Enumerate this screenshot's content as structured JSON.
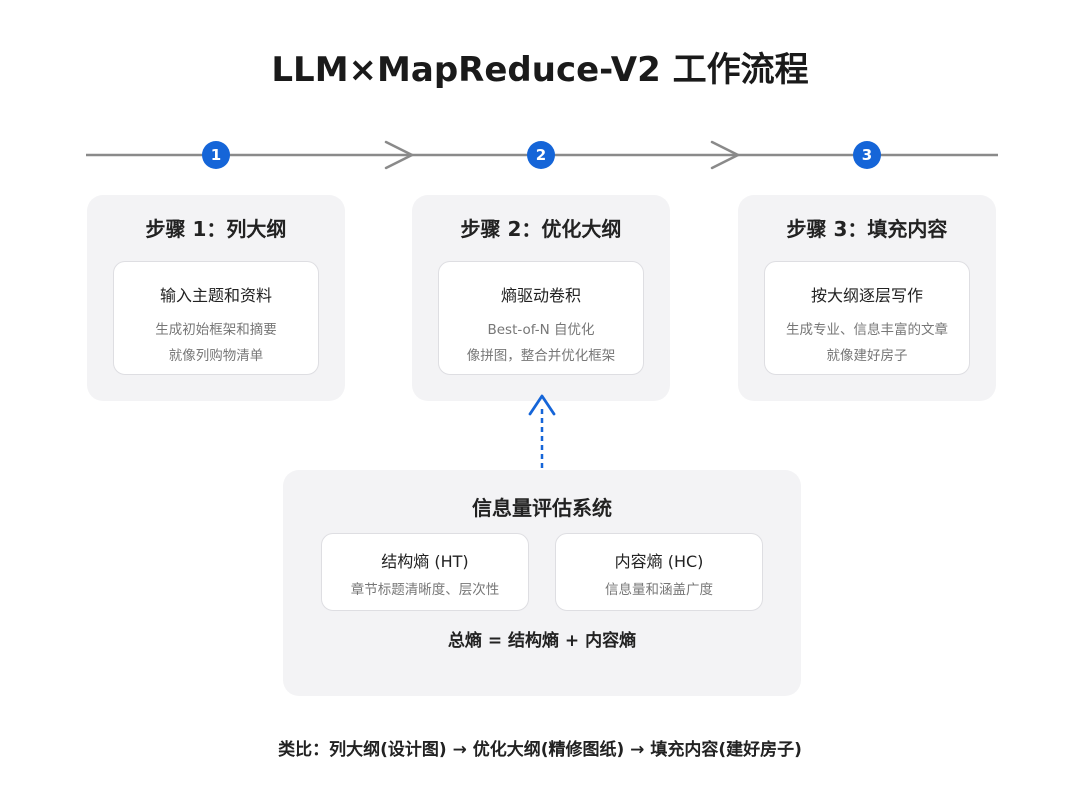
{
  "title": "LLM×MapReduce-V2 工作流程",
  "steps": [
    {
      "number": "1",
      "title": "步骤 1：列大纲",
      "card": {
        "title": "输入主题和资料",
        "line1": "生成初始框架和摘要",
        "line2": "就像列购物清单"
      }
    },
    {
      "number": "2",
      "title": "步骤 2：优化大纲",
      "card": {
        "title": "熵驱动卷积",
        "line1": "Best-of-N 自优化",
        "line2": "像拼图，整合并优化框架"
      }
    },
    {
      "number": "3",
      "title": "步骤 3：填充内容",
      "card": {
        "title": "按大纲逐层写作",
        "line1": "生成专业、信息丰富的文章",
        "line2": "就像建好房子"
      }
    }
  ],
  "evaluation": {
    "title": "信息量评估系统",
    "structure": {
      "title": "结构熵 (HT)",
      "desc": "章节标题清晰度、层次性"
    },
    "content": {
      "title": "内容熵 (HC)",
      "desc": "信息量和涵盖广度"
    },
    "formula": "总熵 = 结构熵 + 内容熵"
  },
  "analogy": "类比：列大纲(设计图) → 优化大纲(精修图纸) → 填充内容(建好房子)",
  "colors": {
    "accent": "#1565d8",
    "line": "#8a8a8a",
    "panel": "#f3f3f5"
  }
}
